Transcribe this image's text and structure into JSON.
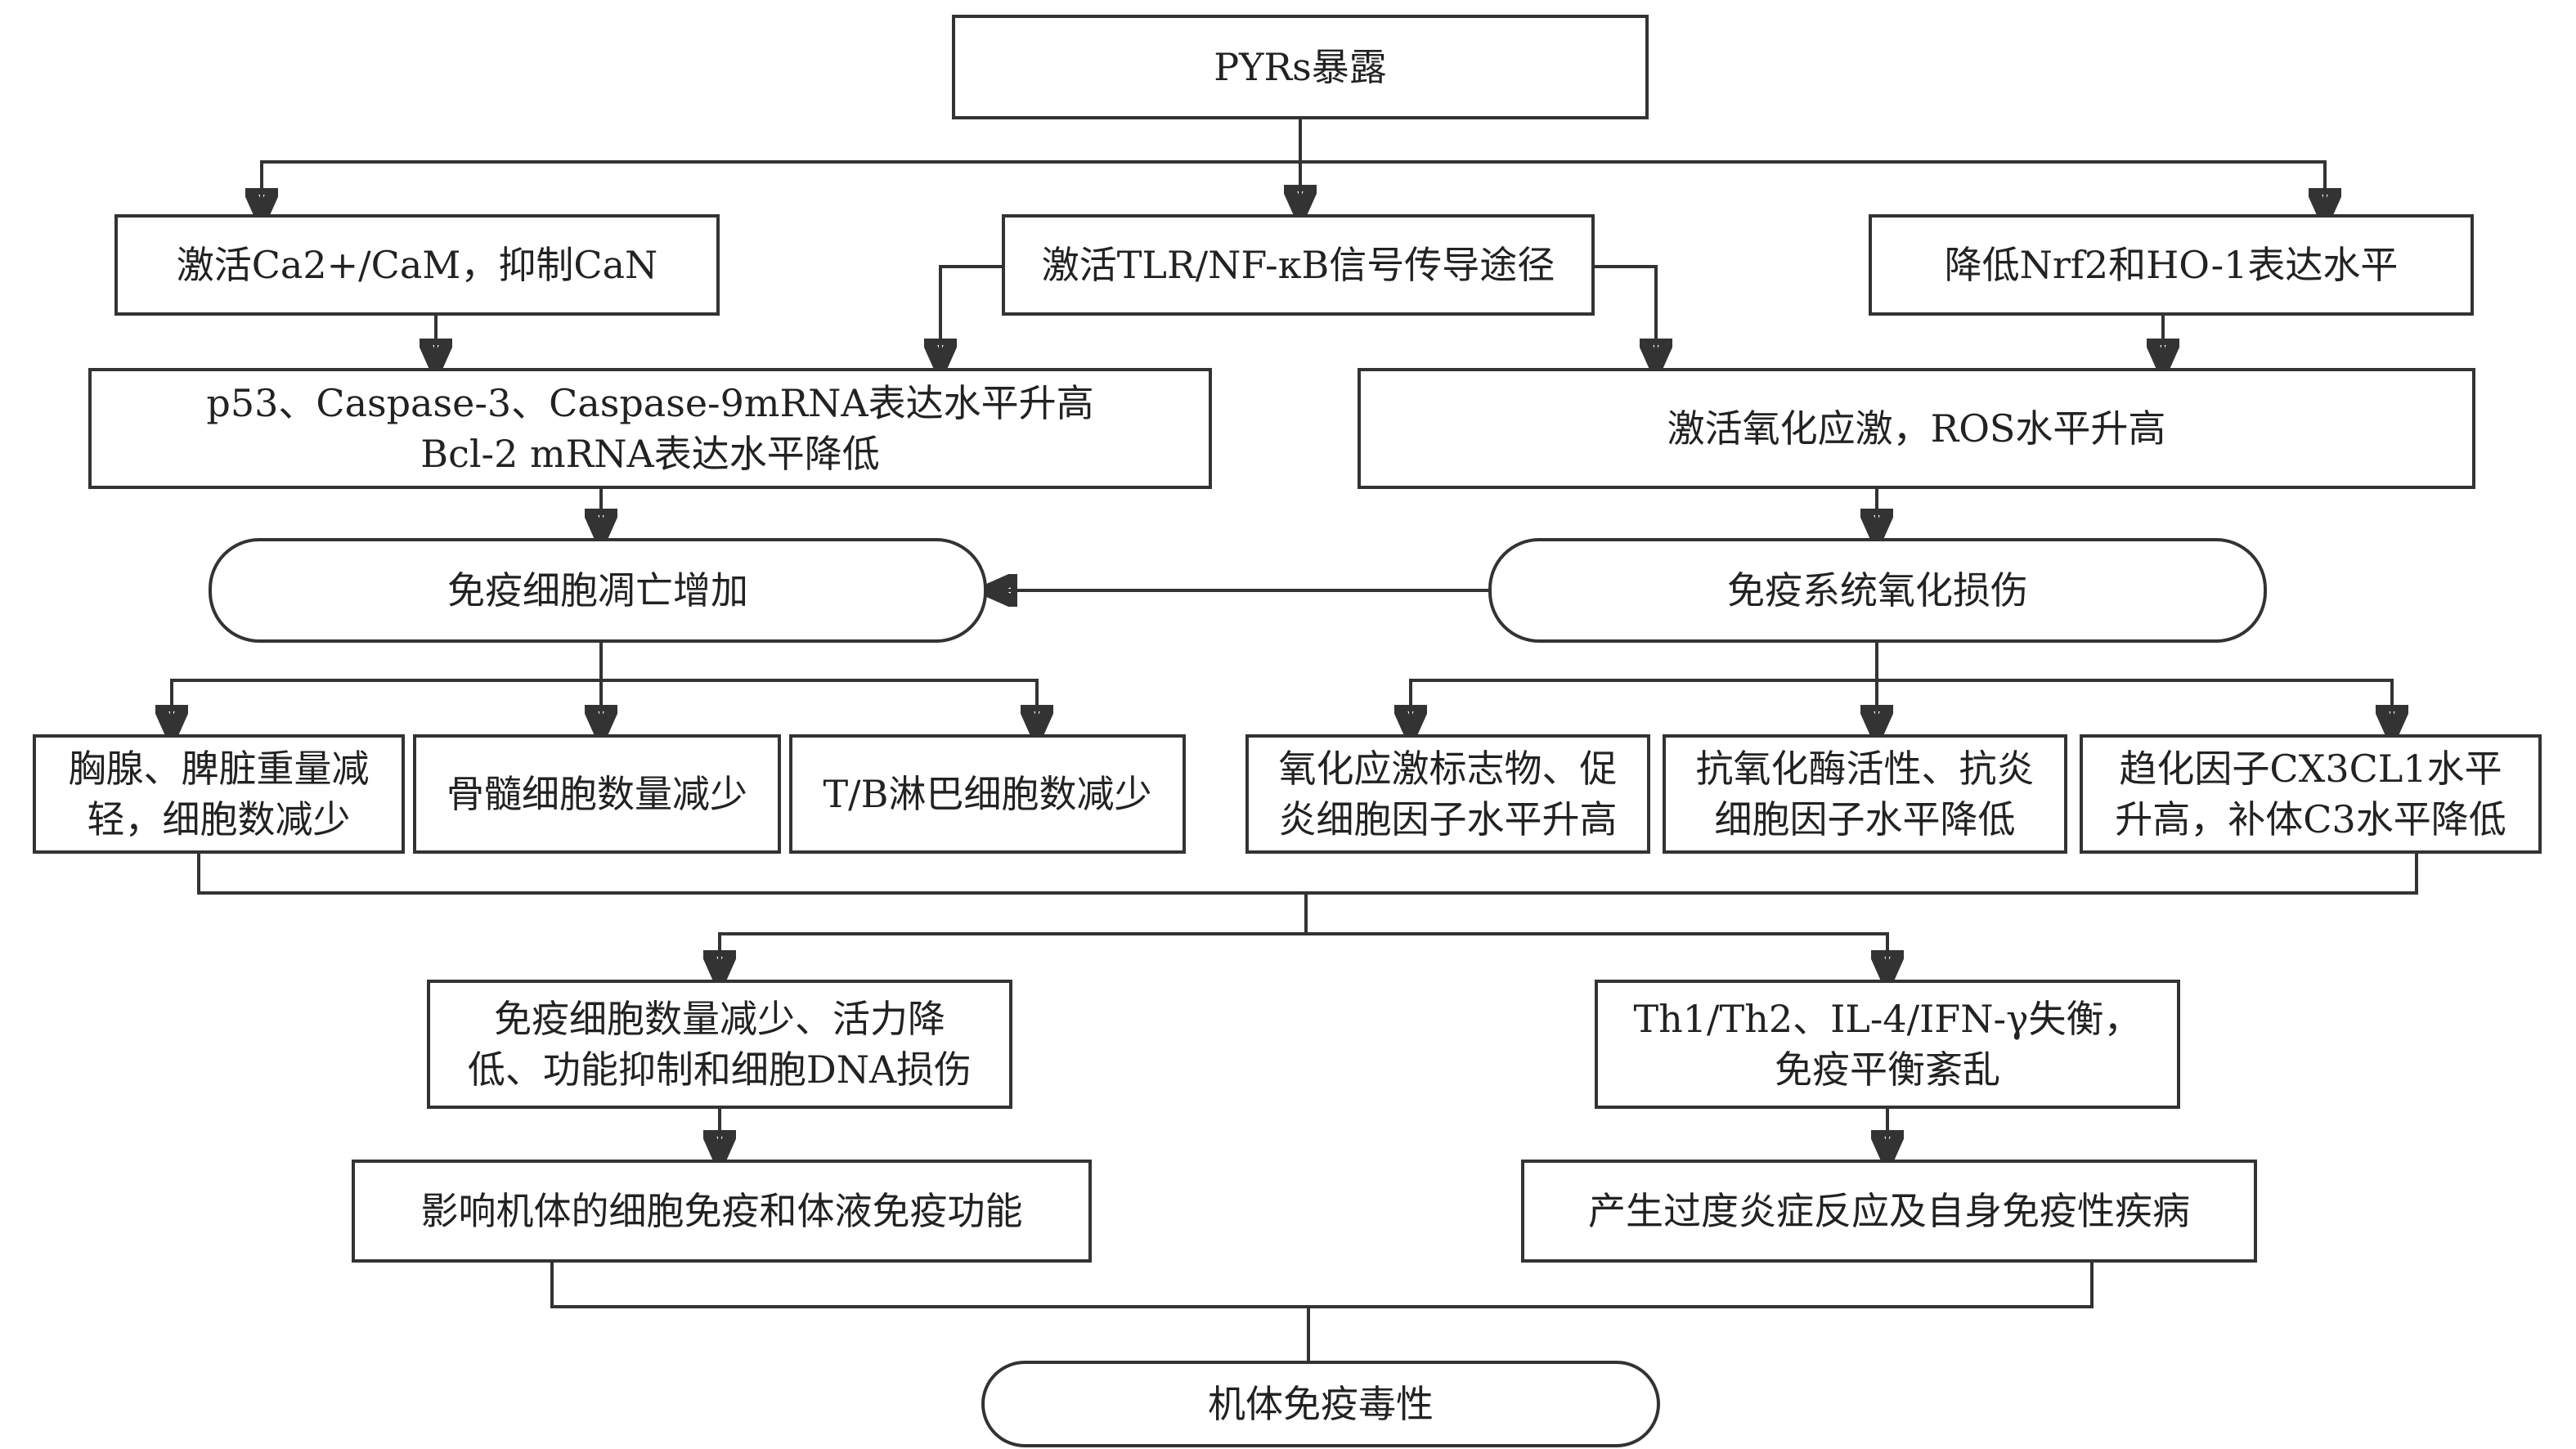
{
  "nodes": {
    "n_root": {
      "lines": [
        "PYRs暴露"
      ]
    },
    "n_ca": {
      "lines": [
        "激活Ca2+/CaM，抑制CaN"
      ]
    },
    "n_tlr": {
      "lines": [
        "激活TLR/NF-κB信号传导途径"
      ]
    },
    "n_nrf": {
      "lines": [
        "降低Nrf2和HO-1表达水平"
      ]
    },
    "n_p53": {
      "lines": [
        "p53、Caspase-3、Caspase-9mRNA表达水平升高",
        "Bcl-2 mRNA表达水平降低"
      ]
    },
    "n_ros": {
      "lines": [
        "激活氧化应激，ROS水平升高"
      ]
    },
    "n_apop": {
      "lines": [
        "免疫细胞凋亡增加"
      ]
    },
    "n_oxi": {
      "lines": [
        "免疫系统氧化损伤"
      ]
    },
    "n_thy": {
      "lines": [
        "胸腺、脾脏重量减",
        "轻，细胞数减少"
      ]
    },
    "n_bone": {
      "lines": [
        "骨髓细胞数量减少"
      ]
    },
    "n_tb": {
      "lines": [
        "T/B淋巴细胞数减少"
      ]
    },
    "n_mark": {
      "lines": [
        "氧化应激标志物、促",
        "炎细胞因子水平升高"
      ]
    },
    "n_anti": {
      "lines": [
        "抗氧化酶活性、抗炎",
        "细胞因子水平降低"
      ]
    },
    "n_chem": {
      "lines": [
        "趋化因子CX3CL1水平",
        "升高，补体C3水平降低"
      ]
    },
    "n_imm": {
      "lines": [
        "免疫细胞数量减少、活力降",
        "低、功能抑制和细胞DNA损伤"
      ]
    },
    "n_th": {
      "lines": [
        "Th1/Th2、IL-4/IFN-γ失衡，",
        "免疫平衡紊乱"
      ]
    },
    "n_cell": {
      "lines": [
        "影响机体的细胞免疫和体液免疫功能"
      ]
    },
    "n_infl": {
      "lines": [
        "产生过度炎症反应及自身免疫性疾病"
      ]
    },
    "n_final": {
      "lines": [
        "机体免疫毒性"
      ]
    }
  }
}
